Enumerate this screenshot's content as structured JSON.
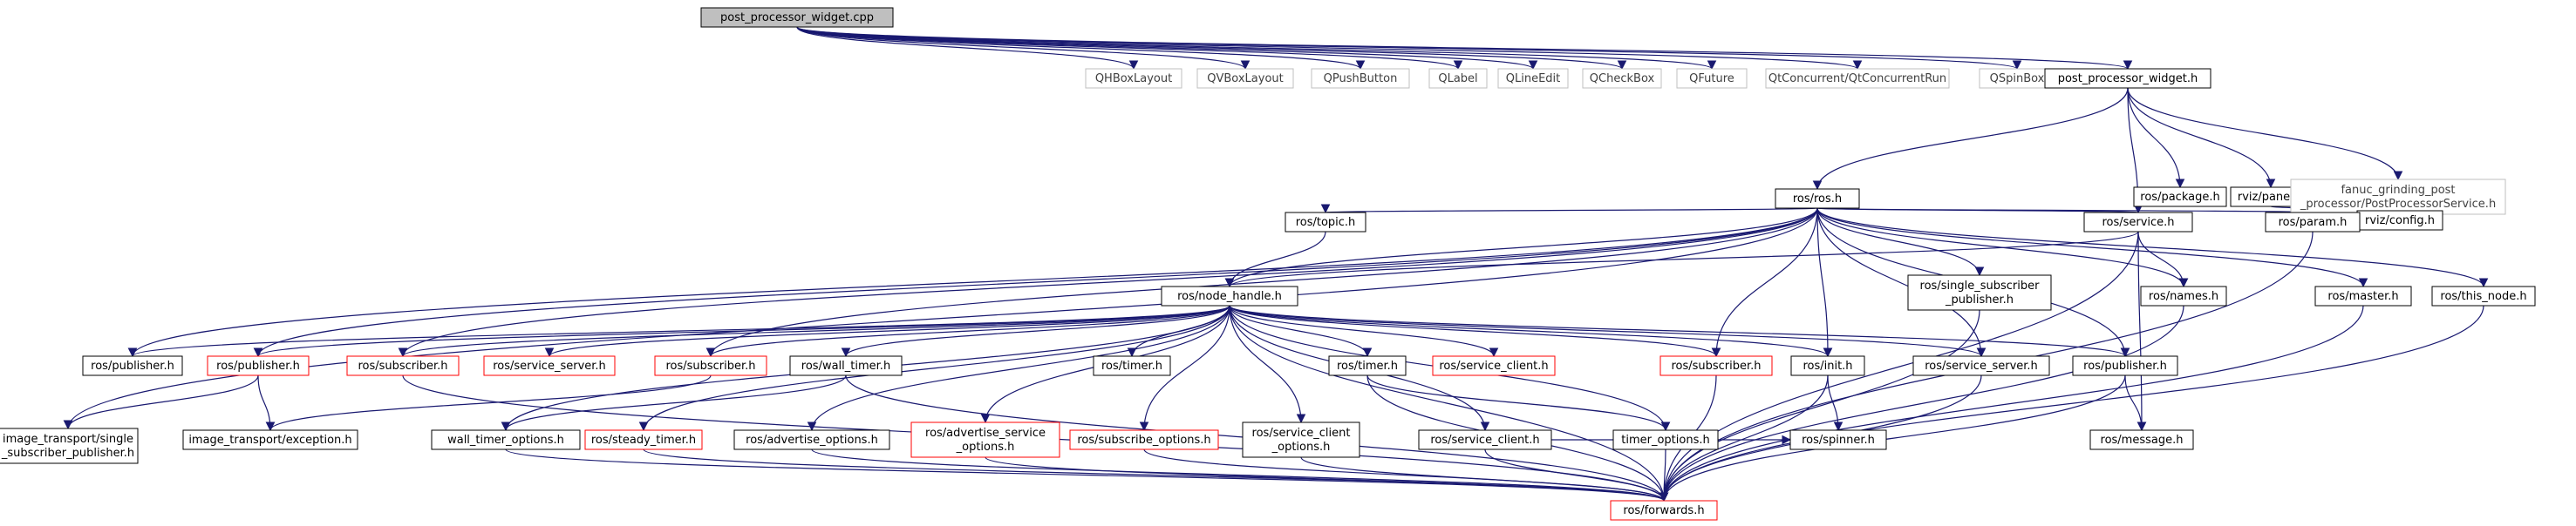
{
  "graph": {
    "nodes": [
      {
        "id": "root",
        "label": "post_processor_widget.cpp",
        "style": "root"
      },
      {
        "id": "qhbox",
        "label": "QHBoxLayout",
        "style": "missing"
      },
      {
        "id": "qvbox",
        "label": "QVBoxLayout",
        "style": "missing"
      },
      {
        "id": "qpush",
        "label": "QPushButton",
        "style": "missing"
      },
      {
        "id": "qlabel",
        "label": "QLabel",
        "style": "missing"
      },
      {
        "id": "qline",
        "label": "QLineEdit",
        "style": "missing"
      },
      {
        "id": "qcheck",
        "label": "QCheckBox",
        "style": "missing"
      },
      {
        "id": "qfuture",
        "label": "QFuture",
        "style": "missing"
      },
      {
        "id": "qtconc",
        "label": "QtConcurrent/QtConcurrentRun",
        "style": "missing"
      },
      {
        "id": "qspin",
        "label": "QSpinBox",
        "style": "missing"
      },
      {
        "id": "ppw_h",
        "label": "post_processor_widget.h",
        "style": "normal"
      },
      {
        "id": "ros_h",
        "label": "ros/ros.h",
        "style": "normal"
      },
      {
        "id": "ros_package",
        "label": "ros/package.h",
        "style": "normal"
      },
      {
        "id": "rviz_panel",
        "label": "rviz/panel.h",
        "style": "normal"
      },
      {
        "id": "fanuc",
        "label": [
          "fanuc_grinding_post",
          "_processor/PostProcessorService.h"
        ],
        "style": "missing"
      },
      {
        "id": "rviz_config",
        "label": "rviz/config.h",
        "style": "normal"
      },
      {
        "id": "ros_topic",
        "label": "ros/topic.h",
        "style": "normal"
      },
      {
        "id": "ros_service",
        "label": "ros/service.h",
        "style": "normal"
      },
      {
        "id": "ros_param",
        "label": "ros/param.h",
        "style": "normal"
      },
      {
        "id": "ros_node_handle",
        "label": "ros/node_handle.h",
        "style": "normal"
      },
      {
        "id": "ros_single_sub",
        "label": [
          "ros/single_subscriber",
          "_publisher.h"
        ],
        "style": "normal"
      },
      {
        "id": "ros_names",
        "label": "ros/names.h",
        "style": "normal"
      },
      {
        "id": "ros_master",
        "label": "ros/master.h",
        "style": "normal"
      },
      {
        "id": "ros_this_node",
        "label": "ros/this_node.h",
        "style": "normal"
      },
      {
        "id": "ros_publisher_a",
        "label": "ros/publisher.h",
        "style": "normal"
      },
      {
        "id": "ros_publisher_b",
        "label": "ros/publisher.h",
        "style": "red"
      },
      {
        "id": "ros_subscriber_a",
        "label": "ros/subscriber.h",
        "style": "red"
      },
      {
        "id": "ros_service_server_a",
        "label": "ros/service_server.h",
        "style": "red"
      },
      {
        "id": "ros_subscriber_b",
        "label": "ros/subscriber.h",
        "style": "red"
      },
      {
        "id": "ros_wall_timer",
        "label": "ros/wall_timer.h",
        "style": "normal"
      },
      {
        "id": "ros_timer_a",
        "label": "ros/timer.h",
        "style": "normal"
      },
      {
        "id": "ros_timer_b",
        "label": "ros/timer.h",
        "style": "normal"
      },
      {
        "id": "ros_service_client_a",
        "label": "ros/service_client.h",
        "style": "red"
      },
      {
        "id": "ros_subscriber_c",
        "label": "ros/subscriber.h",
        "style": "red"
      },
      {
        "id": "ros_init",
        "label": "ros/init.h",
        "style": "normal"
      },
      {
        "id": "ros_service_server_b",
        "label": "ros/service_server.h",
        "style": "normal"
      },
      {
        "id": "ros_publisher_c",
        "label": "ros/publisher.h",
        "style": "normal"
      },
      {
        "id": "it_single",
        "label": [
          "image_transport/single",
          "_subscriber_publisher.h"
        ],
        "style": "normal"
      },
      {
        "id": "it_exception",
        "label": "image_transport/exception.h",
        "style": "normal"
      },
      {
        "id": "wall_timer_options",
        "label": "wall_timer_options.h",
        "style": "normal"
      },
      {
        "id": "ros_steady_timer",
        "label": "ros/steady_timer.h",
        "style": "red"
      },
      {
        "id": "ros_advertise_options",
        "label": "ros/advertise_options.h",
        "style": "normal"
      },
      {
        "id": "ros_advertise_service_options",
        "label": [
          "ros/advertise_service",
          "_options.h"
        ],
        "style": "red"
      },
      {
        "id": "ros_subscribe_options",
        "label": "ros/subscribe_options.h",
        "style": "red"
      },
      {
        "id": "ros_service_client_options",
        "label": [
          "ros/service_client",
          "_options.h"
        ],
        "style": "normal"
      },
      {
        "id": "ros_service_client_b",
        "label": "ros/service_client.h",
        "style": "normal"
      },
      {
        "id": "timer_options",
        "label": "timer_options.h",
        "style": "normal"
      },
      {
        "id": "ros_spinner",
        "label": "ros/spinner.h",
        "style": "normal"
      },
      {
        "id": "ros_message",
        "label": "ros/message.h",
        "style": "normal"
      },
      {
        "id": "ros_forwards",
        "label": "ros/forwards.h",
        "style": "red"
      }
    ],
    "edges": [
      [
        "root",
        "qhbox"
      ],
      [
        "root",
        "qvbox"
      ],
      [
        "root",
        "qpush"
      ],
      [
        "root",
        "qlabel"
      ],
      [
        "root",
        "qline"
      ],
      [
        "root",
        "qcheck"
      ],
      [
        "root",
        "qfuture"
      ],
      [
        "root",
        "qtconc"
      ],
      [
        "root",
        "qspin"
      ],
      [
        "root",
        "ppw_h"
      ],
      [
        "ppw_h",
        "ros_h"
      ],
      [
        "ppw_h",
        "ros_package"
      ],
      [
        "ppw_h",
        "rviz_panel"
      ],
      [
        "ppw_h",
        "fanuc"
      ],
      [
        "ppw_h",
        "ros_service"
      ],
      [
        "rviz_panel",
        "rviz_config"
      ],
      [
        "ros_h",
        "ros_topic"
      ],
      [
        "ros_h",
        "ros_service"
      ],
      [
        "ros_h",
        "ros_param"
      ],
      [
        "ros_h",
        "ros_node_handle"
      ],
      [
        "ros_h",
        "ros_single_sub"
      ],
      [
        "ros_h",
        "ros_names"
      ],
      [
        "ros_h",
        "ros_master"
      ],
      [
        "ros_h",
        "ros_this_node"
      ],
      [
        "ros_h",
        "ros_publisher_a"
      ],
      [
        "ros_h",
        "ros_publisher_b"
      ],
      [
        "ros_h",
        "ros_subscriber_a"
      ],
      [
        "ros_h",
        "ros_subscriber_b"
      ],
      [
        "ros_h",
        "ros_subscriber_c"
      ],
      [
        "ros_h",
        "ros_init"
      ],
      [
        "ros_h",
        "ros_service_server_b"
      ],
      [
        "ros_h",
        "ros_publisher_c"
      ],
      [
        "ros_h",
        "it_single"
      ],
      [
        "ros_topic",
        "ros_node_handle"
      ],
      [
        "ros_service",
        "ros_node_handle"
      ],
      [
        "ros_service",
        "ros_names"
      ],
      [
        "ros_service",
        "ros_message"
      ],
      [
        "ros_service",
        "ros_forwards"
      ],
      [
        "ros_node_handle",
        "ros_publisher_a"
      ],
      [
        "ros_node_handle",
        "ros_publisher_b"
      ],
      [
        "ros_node_handle",
        "ros_subscriber_a"
      ],
      [
        "ros_node_handle",
        "ros_service_server_a"
      ],
      [
        "ros_node_handle",
        "ros_subscriber_b"
      ],
      [
        "ros_node_handle",
        "ros_wall_timer"
      ],
      [
        "ros_node_handle",
        "ros_timer_a"
      ],
      [
        "ros_node_handle",
        "ros_timer_b"
      ],
      [
        "ros_node_handle",
        "ros_service_client_a"
      ],
      [
        "ros_node_handle",
        "ros_subscriber_c"
      ],
      [
        "ros_node_handle",
        "ros_init"
      ],
      [
        "ros_node_handle",
        "ros_service_server_b"
      ],
      [
        "ros_node_handle",
        "ros_publisher_c"
      ],
      [
        "ros_node_handle",
        "wall_timer_options"
      ],
      [
        "ros_node_handle",
        "ros_steady_timer"
      ],
      [
        "ros_node_handle",
        "ros_advertise_options"
      ],
      [
        "ros_node_handle",
        "ros_advertise_service_options"
      ],
      [
        "ros_node_handle",
        "ros_subscribe_options"
      ],
      [
        "ros_node_handle",
        "ros_service_client_options"
      ],
      [
        "ros_node_handle",
        "ros_service_client_b"
      ],
      [
        "ros_node_handle",
        "timer_options"
      ],
      [
        "ros_node_handle",
        "ros_forwards"
      ],
      [
        "ros_publisher_b",
        "it_single"
      ],
      [
        "ros_publisher_b",
        "it_exception"
      ],
      [
        "ros_subscriber_b",
        "it_exception"
      ],
      [
        "ros_wall_timer",
        "wall_timer_options"
      ],
      [
        "ros_wall_timer",
        "ros_forwards"
      ],
      [
        "ros_timer_b",
        "timer_options"
      ],
      [
        "ros_timer_b",
        "ros_forwards"
      ],
      [
        "ros_subscriber_c",
        "ros_forwards"
      ],
      [
        "ros_init",
        "ros_spinner"
      ],
      [
        "ros_init",
        "ros_forwards"
      ],
      [
        "ros_service_server_b",
        "ros_forwards"
      ],
      [
        "ros_publisher_c",
        "ros_message"
      ],
      [
        "ros_publisher_c",
        "ros_forwards"
      ],
      [
        "ros_single_sub",
        "ros_forwards"
      ],
      [
        "ros_names",
        "ros_forwards"
      ],
      [
        "ros_master",
        "ros_forwards"
      ],
      [
        "ros_this_node",
        "ros_forwards"
      ],
      [
        "ros_param",
        "ros_forwards"
      ],
      [
        "wall_timer_options",
        "ros_forwards"
      ],
      [
        "ros_steady_timer",
        "ros_forwards"
      ],
      [
        "ros_advertise_options",
        "ros_forwards"
      ],
      [
        "ros_advertise_service_options",
        "ros_forwards"
      ],
      [
        "ros_subscribe_options",
        "ros_forwards"
      ],
      [
        "ros_service_client_options",
        "ros_forwards"
      ],
      [
        "ros_service_client_b",
        "ros_forwards"
      ],
      [
        "timer_options",
        "ros_forwards"
      ],
      [
        "ros_subscriber_a",
        "ros_forwards"
      ],
      [
        "ros_service_client_b",
        "ros_spinner"
      ]
    ]
  },
  "colors": {
    "root_fill": "#bfbfbf",
    "normal_border": "#000000",
    "missing_border": "#bfbfbf",
    "missing_text": "#404040",
    "red_border": "#ff0000",
    "edge": "#191970",
    "text": "#000000"
  }
}
